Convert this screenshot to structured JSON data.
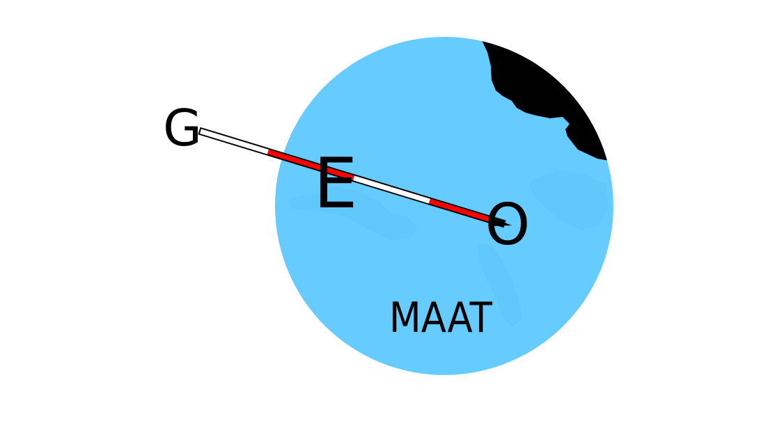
{
  "logo": {
    "letters": {
      "g": "G",
      "e": "E",
      "o": "O"
    },
    "wordmark": "MAAT"
  },
  "colors": {
    "background": "#ffffff",
    "globe": "#66ccff",
    "land": "#000000",
    "ink": "#000000",
    "rod_red": "#ff0000",
    "rod_white": "#ffffff"
  },
  "icons": {
    "globe": "globe-icon",
    "rod": "survey-rod-icon"
  }
}
